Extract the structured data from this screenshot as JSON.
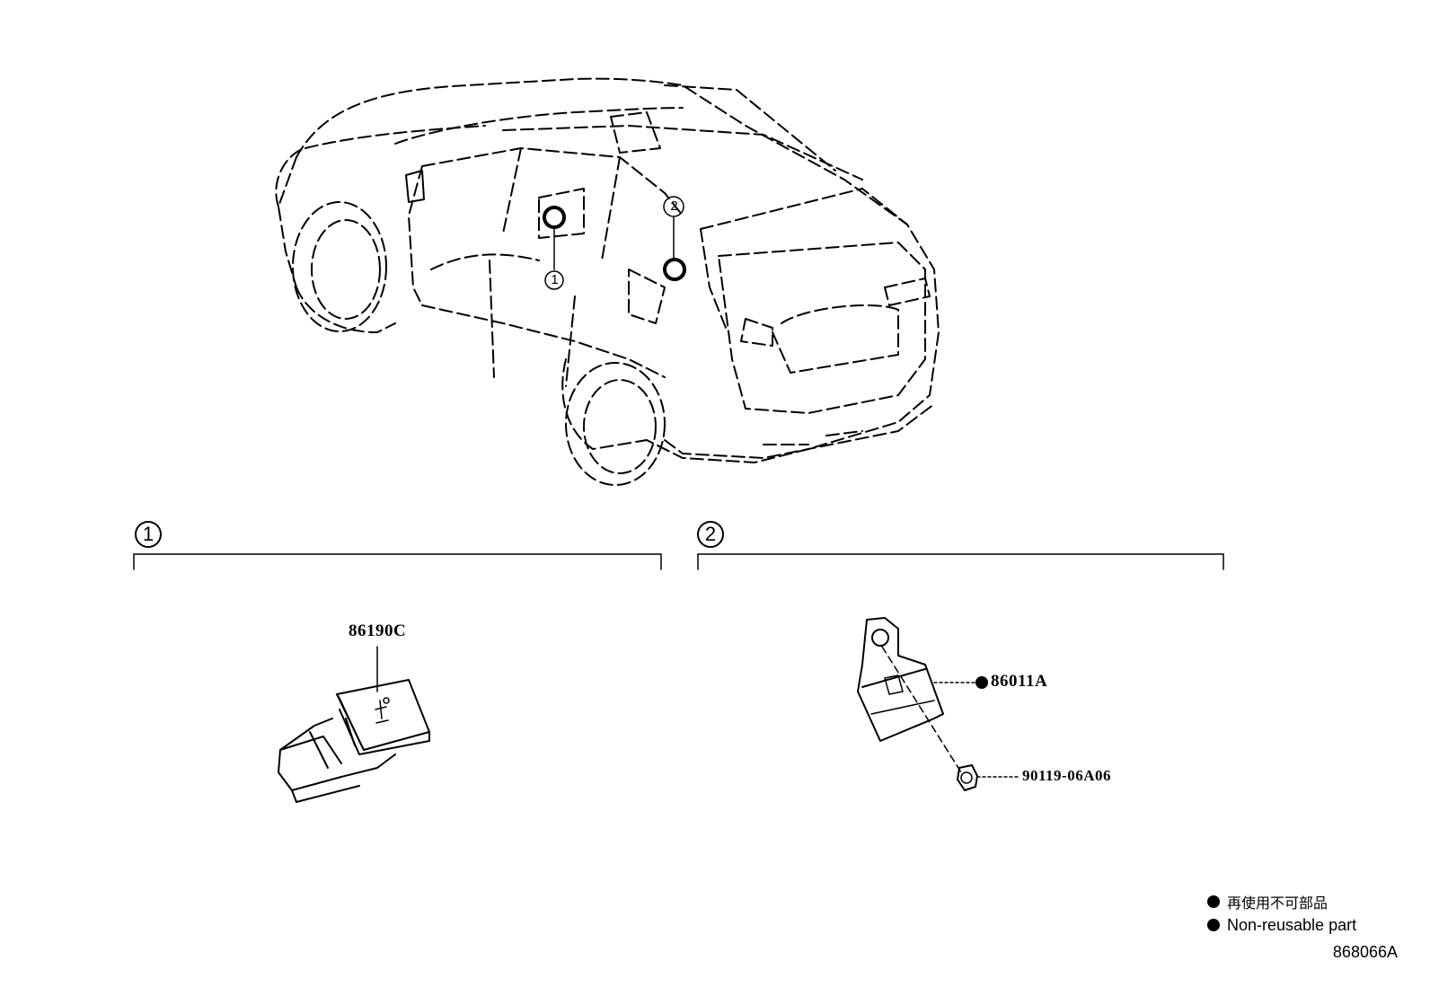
{
  "callouts": [
    "1",
    "2"
  ],
  "sections": [
    {
      "label": "1",
      "parts": [
        {
          "code": "86190C",
          "non_reusable": false
        }
      ]
    },
    {
      "label": "2",
      "parts": [
        {
          "code": "86011A",
          "non_reusable": true
        },
        {
          "code": "90119-06A06",
          "non_reusable": false
        }
      ]
    }
  ],
  "legend": {
    "japanese": "再使用不可部品",
    "english": "Non-reusable part"
  },
  "diagram_id": "868066A"
}
